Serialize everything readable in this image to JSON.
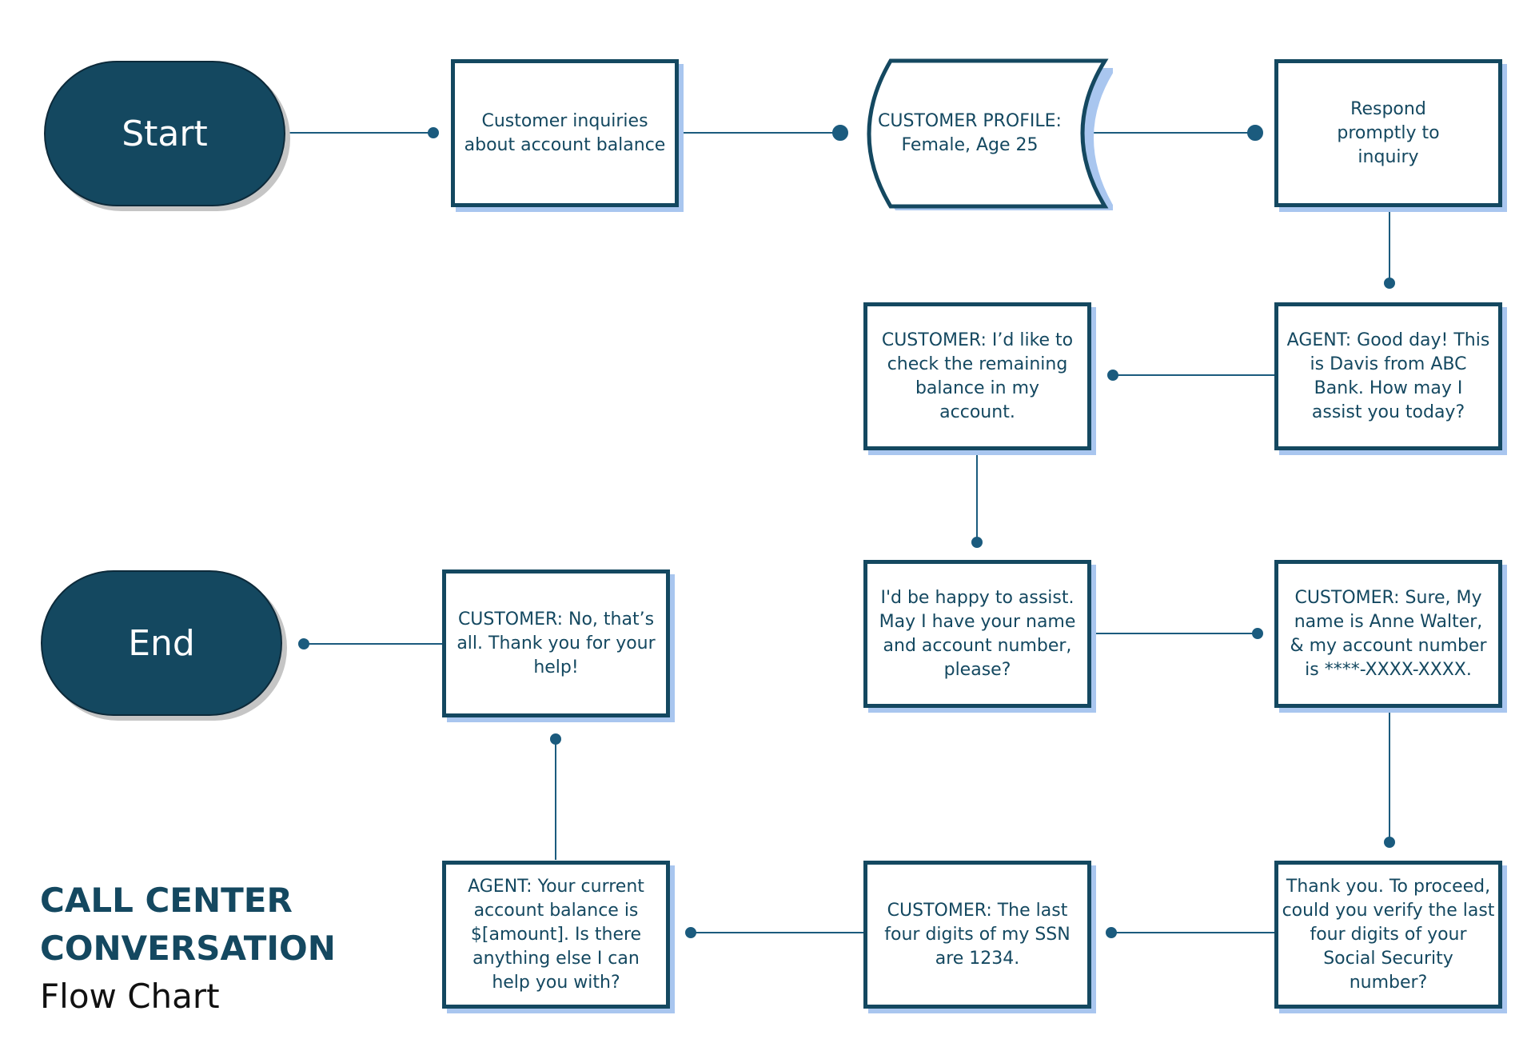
{
  "title": {
    "line1": "CALL CENTER",
    "line2": "CONVERSATION",
    "line3": "Flow Chart"
  },
  "nodes": {
    "start": "Start",
    "inquiry": "Customer inquiries about account balance",
    "profile": "CUSTOMER PROFILE: Female, Age 25",
    "respond": "Respond promptly to inquiry",
    "agent_greeting": "AGENT: Good day! This is Davis from ABC Bank. How may I assist you today?",
    "customer_check": "CUSTOMER: I’d like to check the remaining balance in my account.",
    "agent_assist": "I'd be happy to assist. May I have your name and account number, please?",
    "customer_name": "CUSTOMER: Sure, My name is Anne Walter, & my account number is ****-XXXX-XXXX.",
    "agent_verify": "Thank you. To proceed, could you verify the last four digits of your Social Security number?",
    "customer_ssn": "CUSTOMER: The last four digits of my SSN are 1234.",
    "agent_balance": "AGENT: Your current account balance is $[amount]. Is there anything else I can help you with?",
    "customer_done": "CUSTOMER: No, that’s all. Thank you for your help!",
    "end": "End"
  },
  "colors": {
    "primary": "#144860",
    "line": "#1b5b7e",
    "shadow": "#a9c6ef"
  }
}
